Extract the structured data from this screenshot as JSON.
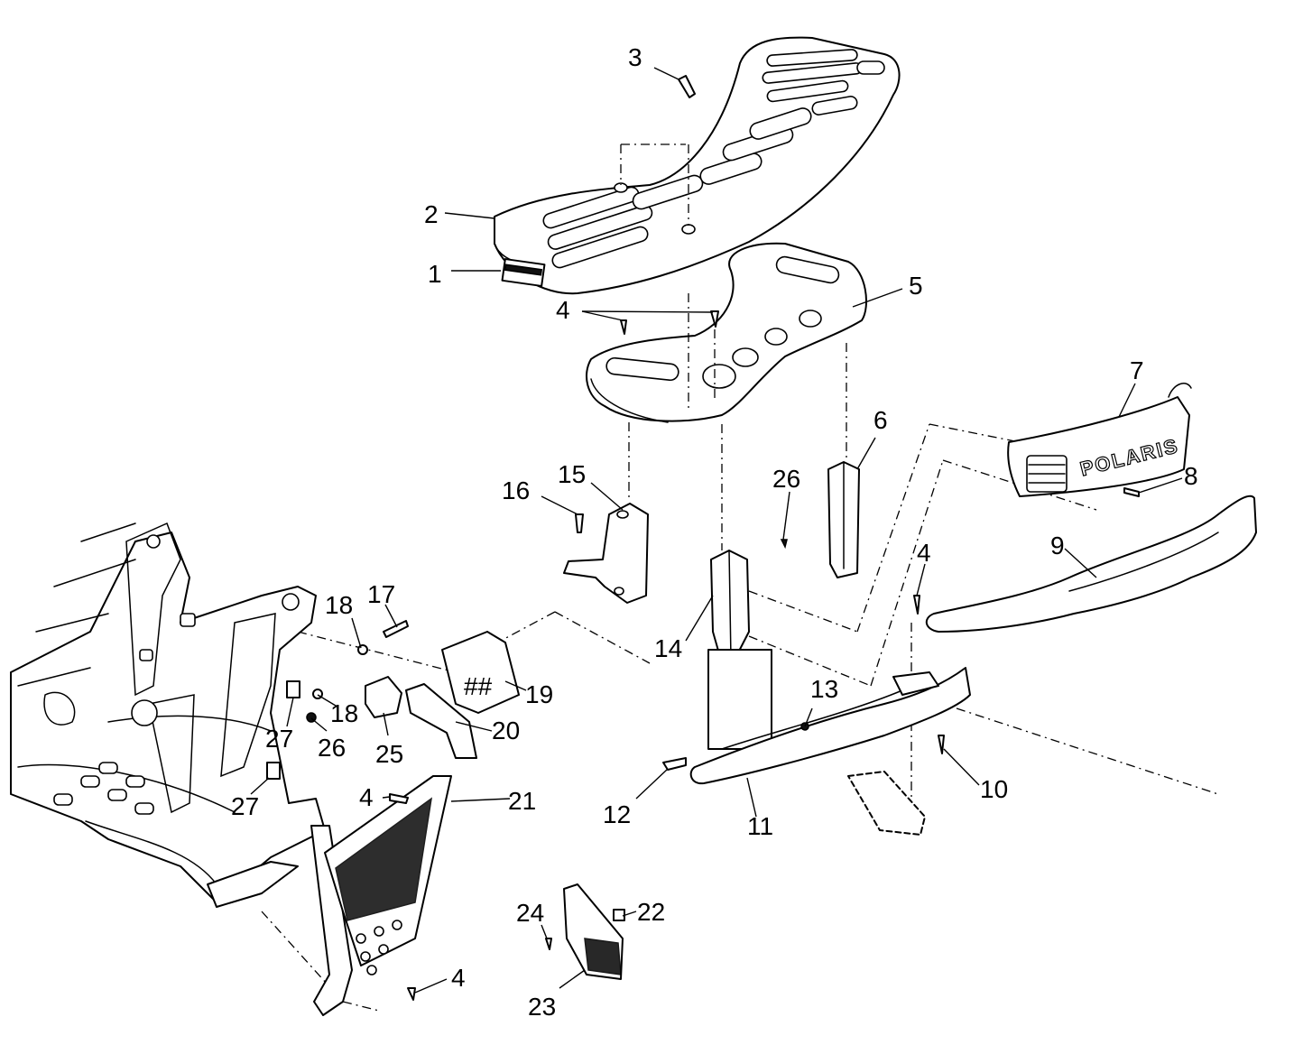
{
  "callouts": {
    "c1": "1",
    "c2": "2",
    "c3": "3",
    "c4a": "4",
    "c4b": "4",
    "c4c": "4",
    "c4d": "4",
    "c5": "5",
    "c6": "6",
    "c7": "7",
    "c8": "8",
    "c9": "9",
    "c10": "10",
    "c11": "11",
    "c12": "12",
    "c13": "13",
    "c14": "14",
    "c15": "15",
    "c16": "16",
    "c17": "17",
    "c18a": "18",
    "c18b": "18",
    "c19": "19",
    "c20": "20",
    "c21": "21",
    "c22": "22",
    "c23": "23",
    "c24": "24",
    "c25": "25",
    "c26a": "26",
    "c26b": "26",
    "c27a": "27",
    "c27b": "27"
  },
  "grille_logo": "POLARIS",
  "colors": {
    "line": "#000000",
    "background": "#ffffff"
  }
}
